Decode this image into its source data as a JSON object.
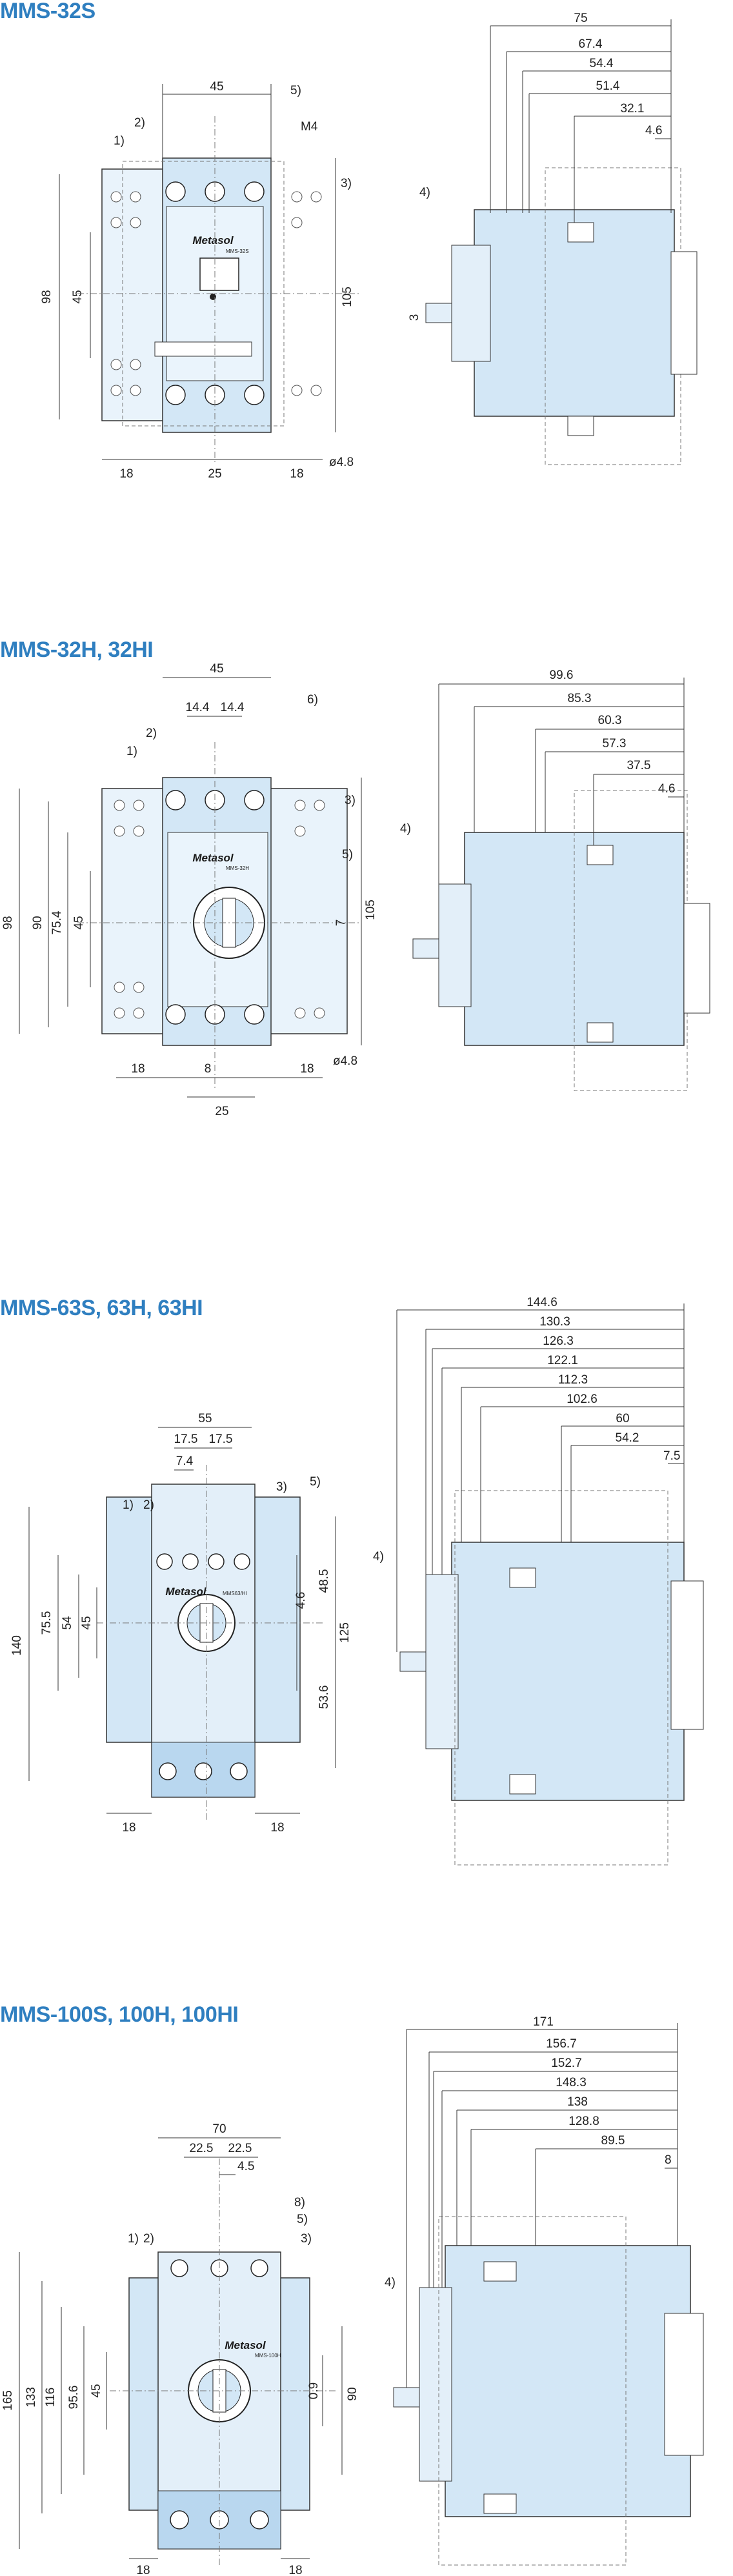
{
  "colors": {
    "title": "#2f7fc0",
    "body_fill": "#d3e7f6",
    "body_light": "#e9f3fb",
    "line": "#333333",
    "dash": "#777777"
  },
  "sections": [
    {
      "title": "MMS-32S",
      "brand": "Metasol",
      "model_code": "MMS-32S",
      "callouts": [
        "1)",
        "2)",
        "3)",
        "4)",
        "5)"
      ],
      "screw_label": "M4",
      "hole_label": "ø4.8",
      "front_dims": [
        "45",
        "98",
        "45",
        "105",
        "18",
        "25",
        "18"
      ],
      "side_dims": [
        "75",
        "67.4",
        "54.4",
        "51.4",
        "32.1",
        "4.6",
        "3"
      ]
    },
    {
      "title": "MMS-32H, 32HI",
      "brand": "Metasol",
      "model_code": "MMS-32H",
      "callouts": [
        "1)",
        "2)",
        "3)",
        "4)",
        "5)",
        "6)"
      ],
      "hole_label": "ø4.8",
      "front_dims": [
        "45",
        "14.4",
        "14.4",
        "98",
        "90",
        "75.4",
        "45",
        "7",
        "105",
        "18",
        "8",
        "18",
        "25"
      ],
      "side_dims": [
        "99.6",
        "85.3",
        "60.3",
        "57.3",
        "37.5",
        "4.6"
      ]
    },
    {
      "title": "MMS-63S, 63H, 63HI",
      "brand": "Metasol",
      "model_code": "MMS63/HI",
      "callouts": [
        "1)",
        "2)",
        "3)",
        "4)",
        "5)"
      ],
      "front_dims": [
        "55",
        "17.5",
        "17.5",
        "7.4",
        "140",
        "75.5",
        "54",
        "45",
        "4.6",
        "48.5",
        "125",
        "53.6",
        "18",
        "18"
      ],
      "side_dims": [
        "144.6",
        "130.3",
        "126.3",
        "122.1",
        "112.3",
        "102.6",
        "60",
        "54.2",
        "7.5"
      ]
    },
    {
      "title": "MMS-100S, 100H, 100HI",
      "brand": "Metasol",
      "model_code": "MMS-100H",
      "callouts": [
        "1)",
        "2)",
        "3)",
        "4)",
        "5)",
        "8)"
      ],
      "front_dims": [
        "70",
        "22.5",
        "22.5",
        "4.5",
        "165",
        "133",
        "116",
        "95.6",
        "45",
        "0.9",
        "90",
        "18",
        "18"
      ],
      "side_dims": [
        "171",
        "156.7",
        "152.7",
        "148.3",
        "138",
        "128.8",
        "89.5",
        "8"
      ]
    }
  ]
}
